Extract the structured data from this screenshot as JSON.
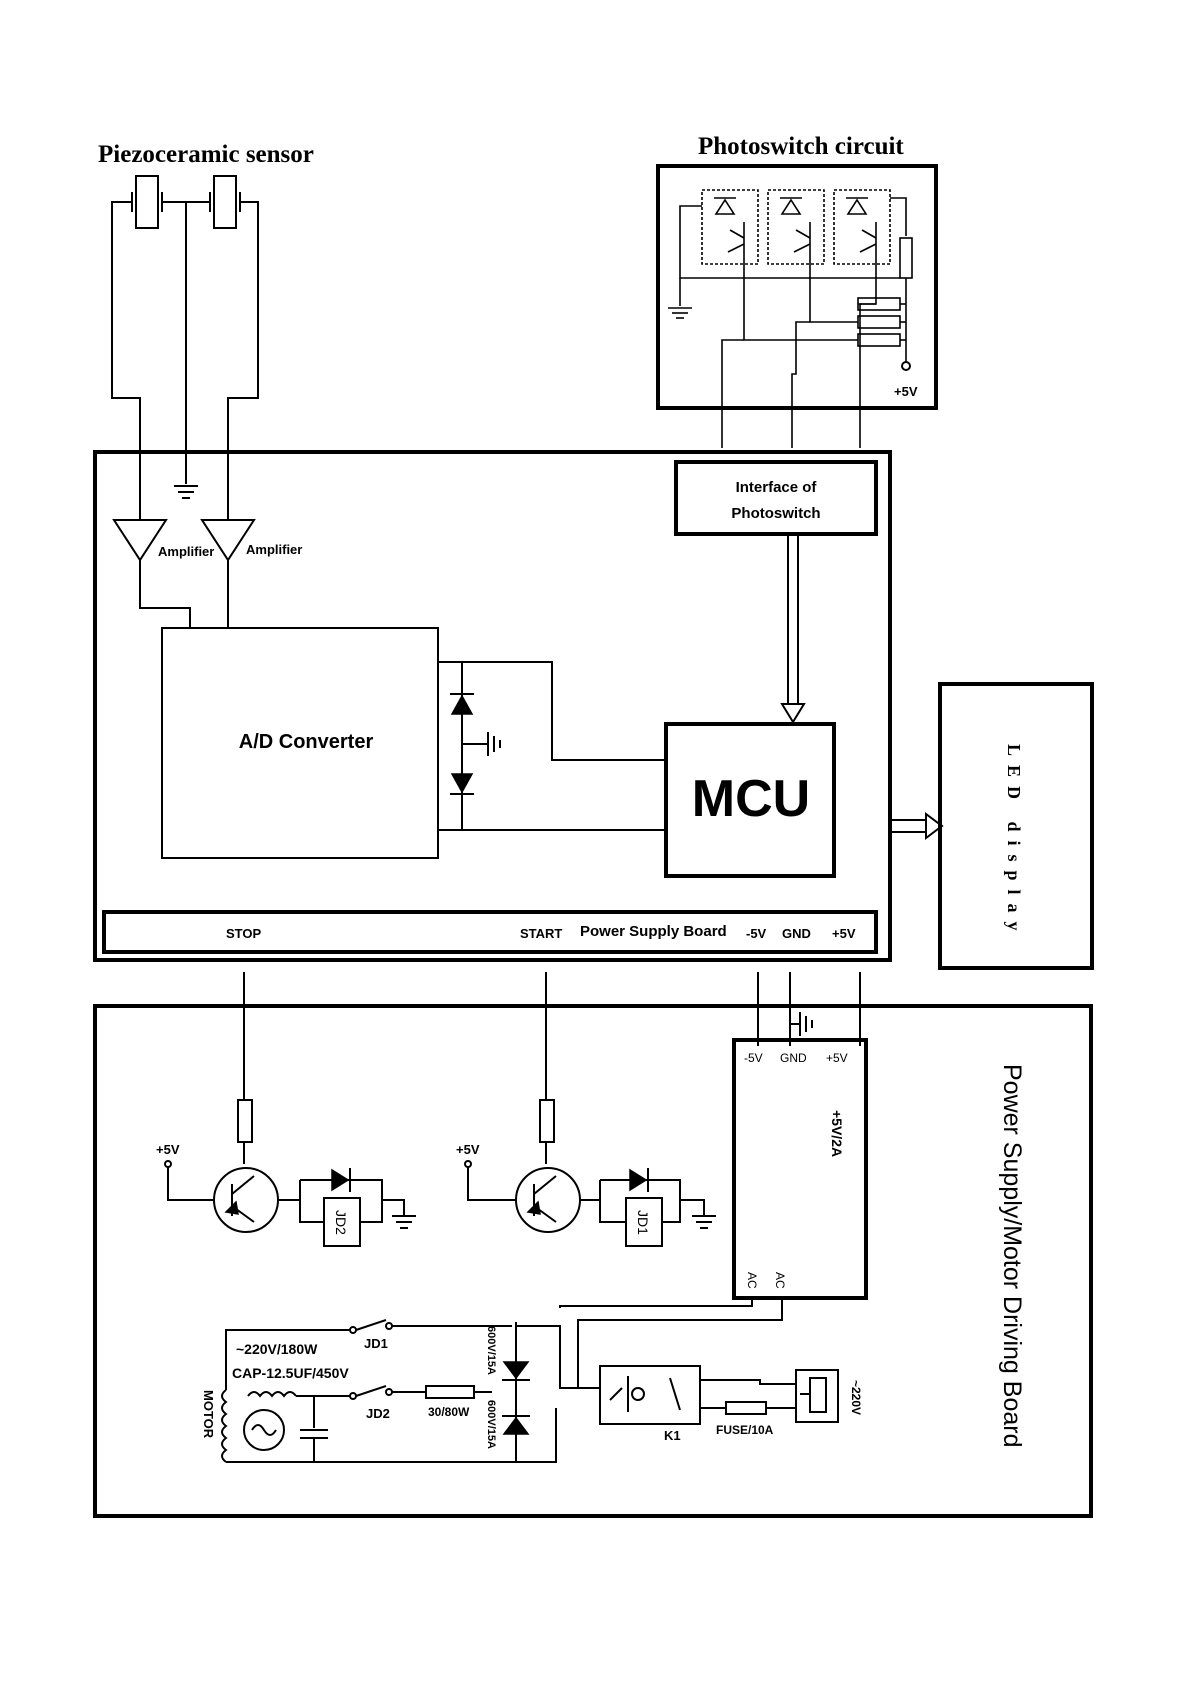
{
  "piezo": {
    "title": "Piezoceramic sensor"
  },
  "photoswitch": {
    "title": "Photoswitch circuit",
    "vcc": "+5V"
  },
  "main_board": {
    "interface_line1": "Interface of",
    "interface_line2": "Photoswitch",
    "amp1": "Amplifier",
    "amp2": "Amplifier",
    "adc": "A/D Converter",
    "mcu": "MCU",
    "power_strip": {
      "stop": "STOP",
      "start": "START",
      "label": "Power Supply Board",
      "neg5": "-5V",
      "gnd": "GND",
      "pos5": "+5V"
    }
  },
  "led_display": {
    "label": "LED display"
  },
  "driving_board": {
    "title": "Power Supply/Motor Driving Board",
    "vcc_left": "+5V",
    "vcc_right": "+5V",
    "relay_left": "JD2",
    "relay_right": "JD1",
    "psu": {
      "neg5": "-5V",
      "gnd": "GND",
      "pos5": "+5V",
      "rating": "+5V/2A",
      "ac1": "AC",
      "ac2": "AC"
    },
    "motor_spec": "~220V/180W",
    "cap_spec": "CAP-12.5UF/450V",
    "motor": "MOTOR",
    "jd1": "JD1",
    "jd2": "JD2",
    "resistor": "30/80W",
    "diode_top": "600V/15A",
    "diode_bottom": "600V/15A",
    "relay_k1": "K1",
    "fuse": "FUSE/10A",
    "mains": "~220V"
  }
}
